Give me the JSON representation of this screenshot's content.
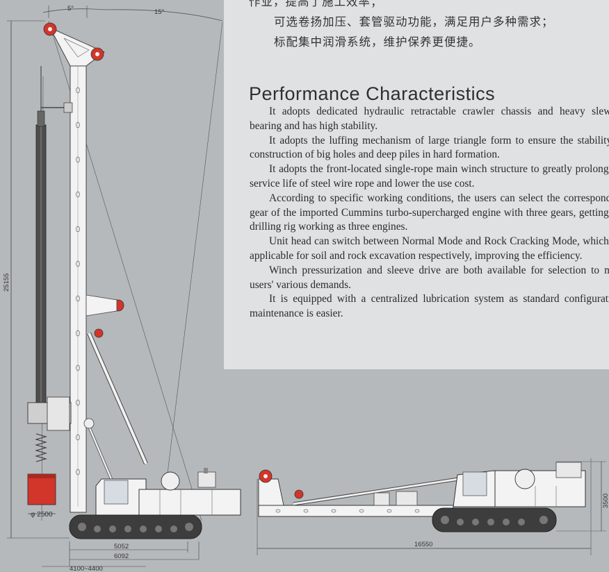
{
  "chinese_lines": [
    "作业，提高了施工效率；",
    "可选卷扬加压、套管驱动功能，满足用户多种需求；",
    "标配集中润滑系统，维护保养更便捷。"
  ],
  "section_title": "Performance Characteristics",
  "paragraphs": [
    "It adopts dedicated hydraulic retractable crawler chassis and heavy slewing bearing and has high stability.",
    "It adopts the luffing mechanism of large triangle form to ensure the stability of construction of big holes and deep piles in hard formation.",
    "It adopts the front-located single-rope main winch structure to greatly prolong the service life of steel wire rope and lower the use cost.",
    "According to specific working conditions, the users can select the corresponding gear of the imported Cummins turbo-supercharged engine with three gears, getting the drilling rig working as three engines.",
    "Unit head can switch between Normal Mode and Rock Cracking Mode, which are applicable for soil and rock excavation respectively, improving the efficiency.",
    "Winch pressurization and sleeve drive are both available for selection to meet users' various demands.",
    "It is equipped with a centralized lubrication system as standard configuration; maintenance is easier."
  ],
  "dimensions": {
    "angle_left": "5°",
    "angle_right": "15°",
    "height": "25155",
    "drill_diameter": "φ 2500",
    "track_length": "5052",
    "track_overall": "6092",
    "track_width": "4100~4400",
    "transport_length": "16550",
    "transport_height": "3500"
  },
  "colors": {
    "background": "#b5b9bb",
    "panel": "#dfe1e2",
    "accent_red": "#d2352a"
  }
}
